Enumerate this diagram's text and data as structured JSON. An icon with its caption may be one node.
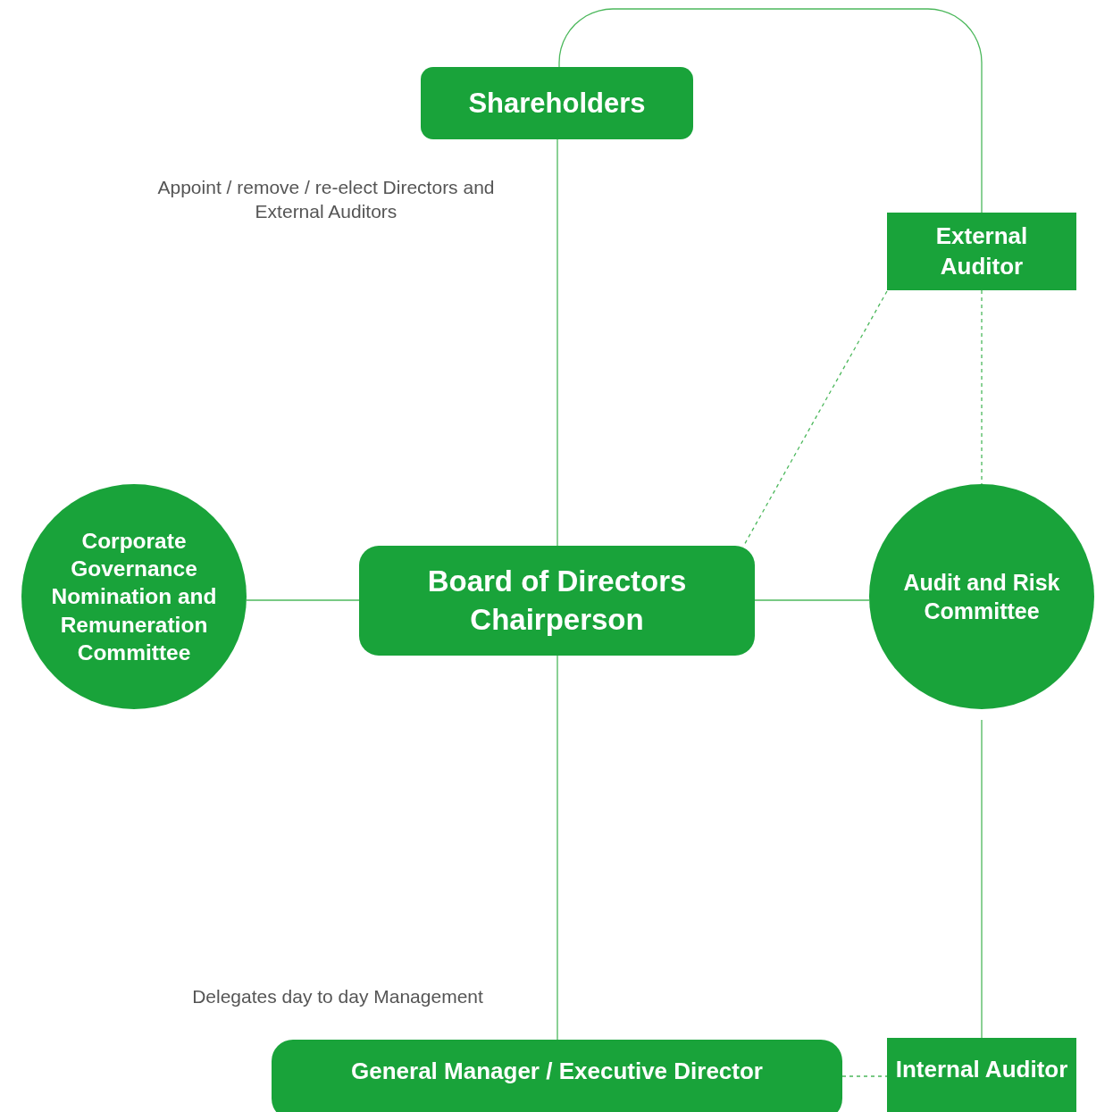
{
  "diagram": {
    "nodes": [
      {
        "text": [
          "Shareholders"
        ]
      },
      {
        "text": [
          "External Auditor"
        ]
      },
      {
        "text": [
          "Corporate Governance Nomination and Remuneration Committee"
        ]
      },
      {
        "text": [
          "Board of Directors Chairperson"
        ]
      },
      {
        "text": [
          "Audit and Risk Committee"
        ]
      },
      {
        "text": [
          "General Manager / Executive Director"
        ]
      },
      {
        "text": [
          "Internal Auditor"
        ]
      }
    ],
    "edges": [
      {
        "from": 0,
        "to": 3,
        "arrow": "none",
        "label": "Appoint / remove / re-elect Directors and External Auditors"
      },
      {
        "from": 0,
        "to": 1,
        "arrow": "none"
      },
      {
        "from": 1,
        "to": 3,
        "arrow": "none",
        "style": "dashed"
      },
      {
        "from": 1,
        "to": 4,
        "arrow": "none",
        "style": "dashed"
      },
      {
        "from": 2,
        "to": 3,
        "arrow": "none"
      },
      {
        "from": 3,
        "to": 4,
        "arrow": "none"
      },
      {
        "from": 3,
        "to": 5,
        "arrow": "none",
        "label": "Delegates day to day Management"
      },
      {
        "from": 4,
        "to": 6,
        "arrow": "none"
      },
      {
        "from": 5,
        "to": 6,
        "arrow": "none",
        "style": "dashed"
      }
    ]
  }
}
